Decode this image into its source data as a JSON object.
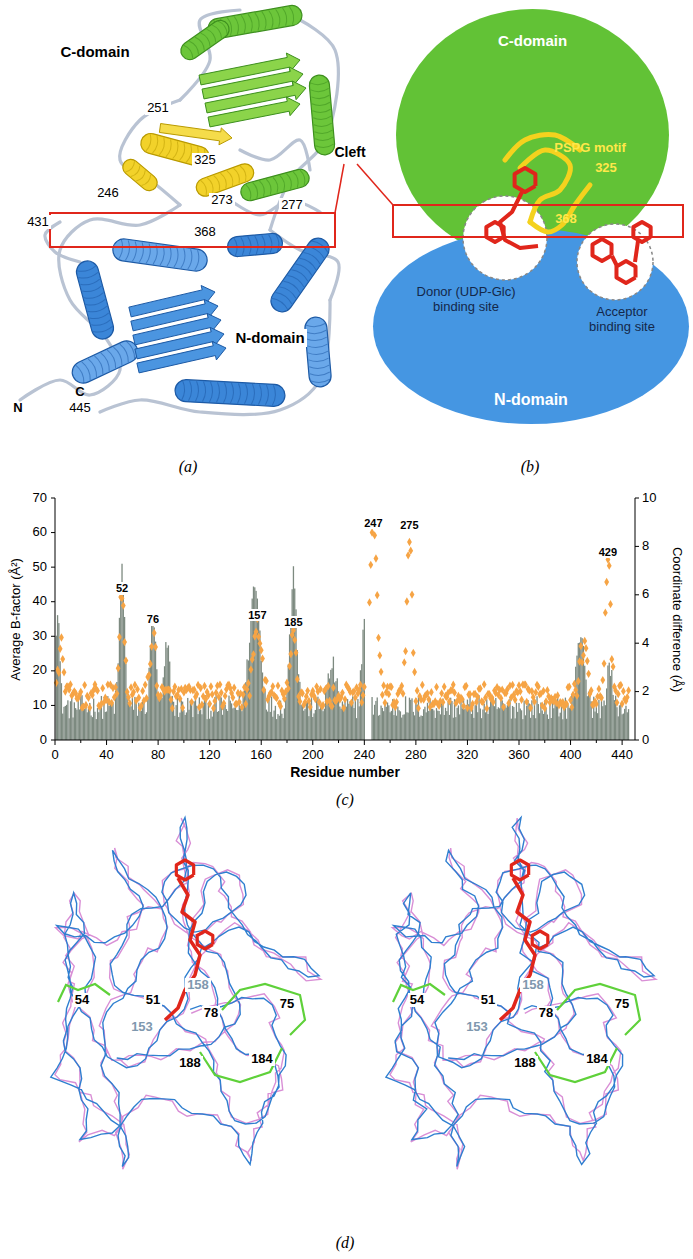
{
  "diagram": {
    "nodes": [
      {
        "text": [
          "C-domain"
        ]
      },
      {
        "text": [
          "N-domain"
        ]
      }
    ],
    "labels": [
      "C-domain",
      "251",
      "246",
      "325",
      "277",
      "273",
      "368",
      "Cleft",
      "431",
      "N-domain",
      "N",
      "C",
      "445",
      "PSPG motif",
      "325",
      "368",
      "Donor (UDP-Glc) binding site",
      "Acceptor binding site",
      "(a)",
      "(b)",
      "Average B-factor (Å²)",
      "Coordinate difference (Å)",
      "Residue number",
      "0",
      "10",
      "20",
      "30",
      "40",
      "50",
      "60",
      "70",
      "0",
      "2",
      "4",
      "6",
      "8",
      "10",
      "0",
      "40",
      "80",
      "120",
      "160",
      "200",
      "240",
      "280",
      "320",
      "360",
      "400",
      "440",
      "52",
      "76",
      "157",
      "185",
      "247",
      "275",
      "429",
      "(c)",
      "54",
      "51",
      "158",
      "153",
      "78",
      "75",
      "188",
      "184",
      "54",
      "51",
      "158",
      "153",
      "78",
      "75",
      "188",
      "184",
      "(d)"
    ]
  }
}
